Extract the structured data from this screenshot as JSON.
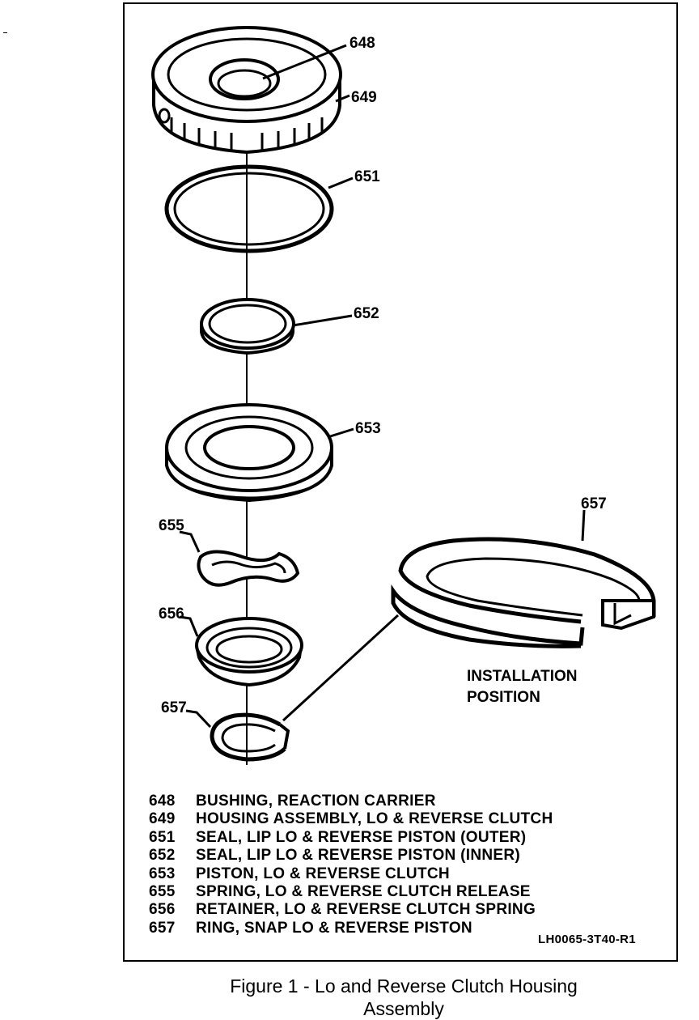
{
  "callouts": {
    "c648": "648",
    "c649": "649",
    "c651": "651",
    "c652": "652",
    "c653": "653",
    "c655": "655",
    "c656": "656",
    "c657": "657",
    "c657_detail": "657"
  },
  "installation": {
    "line1": "INSTALLATION",
    "line2": "POSITION"
  },
  "legend": [
    {
      "num": "648",
      "text": "BUSHING, REACTION CARRIER"
    },
    {
      "num": "649",
      "text": "HOUSING ASSEMBLY, LO & REVERSE CLUTCH"
    },
    {
      "num": "651",
      "text": "SEAL, LIP LO & REVERSE PISTON (OUTER)"
    },
    {
      "num": "652",
      "text": "SEAL, LIP LO & REVERSE PISTON (INNER)"
    },
    {
      "num": "653",
      "text": "PISTON, LO & REVERSE CLUTCH"
    },
    {
      "num": "655",
      "text": "SPRING, LO & REVERSE CLUTCH RELEASE"
    },
    {
      "num": "656",
      "text": "RETAINER, LO & REVERSE CLUTCH SPRING"
    },
    {
      "num": "657",
      "text": "RING, SNAP LO & REVERSE PISTON"
    }
  ],
  "reference_code": "LH0065-3T40-R1",
  "caption": {
    "line1": "Figure 1 - Lo and Reverse Clutch Housing",
    "line2": "Assembly"
  }
}
